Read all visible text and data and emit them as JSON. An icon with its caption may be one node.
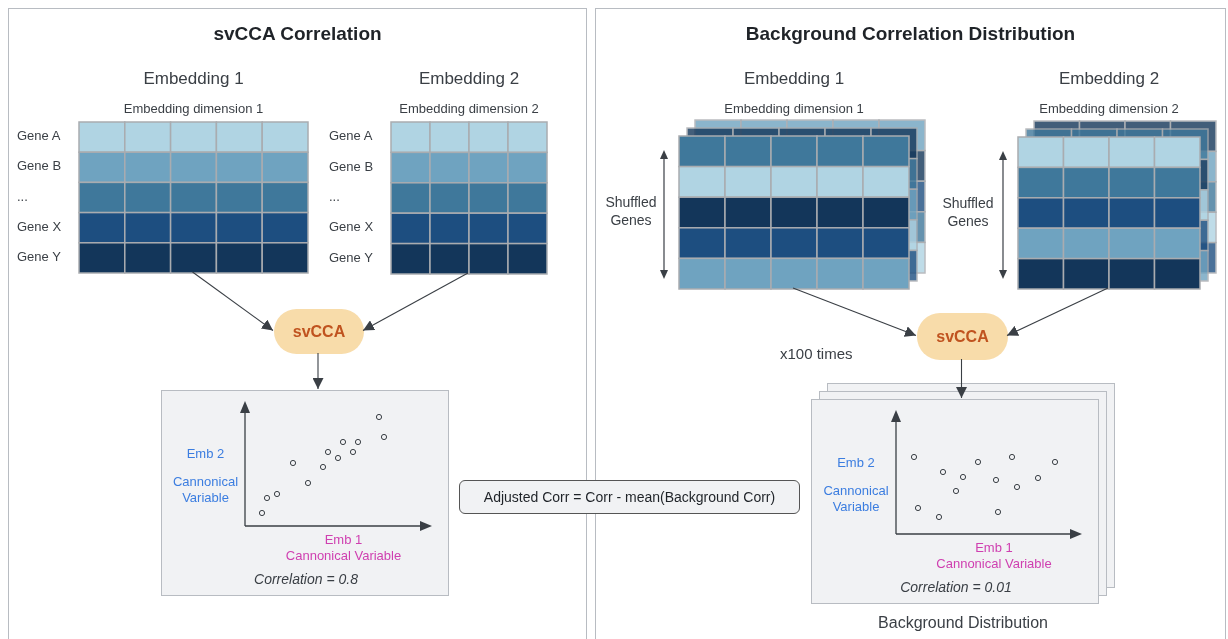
{
  "diagram": {
    "nodes": [
      {
        "text": [
          "svCCA Correlation"
        ]
      },
      {
        "text": [
          "Embedding 1",
          "Embedding dimension 1"
        ],
        "beside": [
          "Gene A",
          "Gene B",
          "...",
          "Gene X",
          "Gene Y"
        ],
        "in": 0
      },
      {
        "text": [
          "Embedding 2",
          "Embedding dimension 2"
        ],
        "beside": [
          "Gene A",
          "Gene B",
          "...",
          "Gene X",
          "Gene Y"
        ],
        "in": 0
      },
      {
        "text": [
          "svCCA"
        ],
        "in": 0
      },
      {
        "text": [
          "Emb 2",
          "Cannonical Variable",
          "Emb 1",
          "Cannonical Variable",
          "Correlation = 0.8"
        ],
        "in": 0
      },
      {
        "text": [
          "Background Correlation Distribution"
        ]
      },
      {
        "text": [
          "Embedding 1",
          "Embedding dimension 1"
        ],
        "beside": [
          "Shuffled Genes"
        ],
        "in": 5
      },
      {
        "text": [
          "Embedding 2",
          "Embedding dimension 2"
        ],
        "beside": [
          "Shuffled Genes"
        ],
        "in": 5
      },
      {
        "text": [
          "svCCA"
        ],
        "in": 5
      },
      {
        "text": [
          "Emb 2",
          "Cannonical Variable",
          "Emb 1",
          "Cannonical Variable",
          "Correlation = 0.01"
        ],
        "beside": [
          "Background Distribution"
        ],
        "in": 5
      },
      {
        "text": [
          "Adjusted Corr = Corr - mean(Background Corr)"
        ]
      }
    ],
    "edges": [
      {
        "from": 1,
        "to": 3,
        "arrow": "to"
      },
      {
        "from": 2,
        "to": 3,
        "arrow": "to"
      },
      {
        "from": 3,
        "to": 4,
        "arrow": "to"
      },
      {
        "from": 6,
        "to": 8,
        "arrow": "to"
      },
      {
        "from": 7,
        "to": 8,
        "arrow": "to"
      },
      {
        "from": 8,
        "to": 9,
        "arrow": "to"
      }
    ],
    "labels": [
      "x100 times"
    ]
  }
}
